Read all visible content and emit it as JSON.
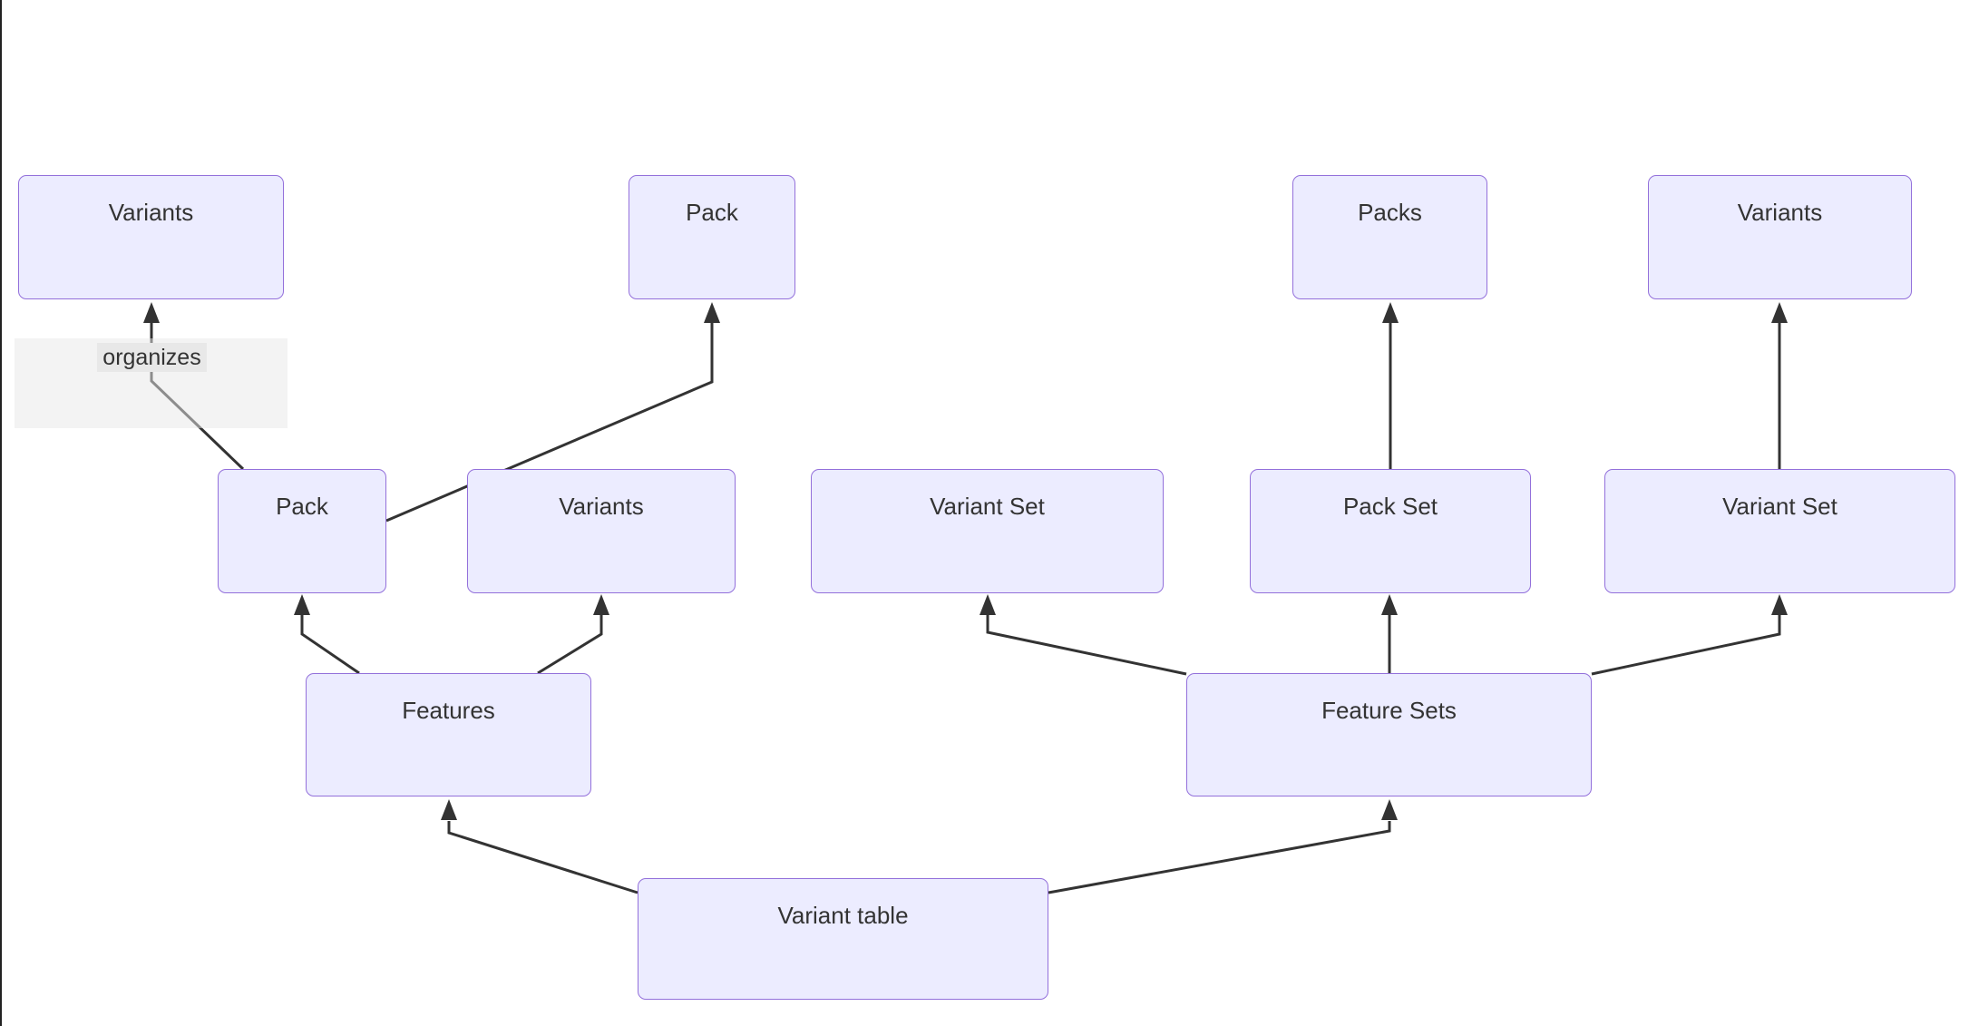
{
  "diagram": {
    "type": "flowchart",
    "edge_label": "organizes",
    "nodes": [
      {
        "id": "variants-top-left",
        "label": "Variants"
      },
      {
        "id": "pack-top",
        "label": "Pack"
      },
      {
        "id": "packs",
        "label": "Packs"
      },
      {
        "id": "variants-top-right",
        "label": "Variants"
      },
      {
        "id": "pack-mid",
        "label": "Pack"
      },
      {
        "id": "variants-mid",
        "label": "Variants"
      },
      {
        "id": "variant-set-left",
        "label": "Variant Set"
      },
      {
        "id": "pack-set",
        "label": "Pack Set"
      },
      {
        "id": "variant-set-right",
        "label": "Variant Set"
      },
      {
        "id": "features",
        "label": "Features"
      },
      {
        "id": "feature-sets",
        "label": "Feature Sets"
      },
      {
        "id": "variant-table",
        "label": "Variant table"
      }
    ],
    "edges": [
      {
        "from": "pack-mid",
        "to": "variants-top-left",
        "label": "organizes"
      },
      {
        "from": "pack-mid",
        "to": "pack-top",
        "label": ""
      },
      {
        "from": "pack-set",
        "to": "packs",
        "label": ""
      },
      {
        "from": "variant-set-right",
        "to": "variants-top-right",
        "label": ""
      },
      {
        "from": "features",
        "to": "pack-mid",
        "label": ""
      },
      {
        "from": "features",
        "to": "variants-mid",
        "label": ""
      },
      {
        "from": "feature-sets",
        "to": "variant-set-left",
        "label": ""
      },
      {
        "from": "feature-sets",
        "to": "pack-set",
        "label": ""
      },
      {
        "from": "feature-sets",
        "to": "variant-set-right",
        "label": ""
      },
      {
        "from": "variant-table",
        "to": "features",
        "label": ""
      },
      {
        "from": "variant-table",
        "to": "feature-sets",
        "label": ""
      }
    ],
    "colors": {
      "node_fill": "#ECECFF",
      "node_border": "#9370DB",
      "edge": "#333333",
      "label_bg": "#e8e8e8",
      "text": "#333333",
      "page_bg": "#ffffff",
      "window_edge": "#222222"
    }
  }
}
